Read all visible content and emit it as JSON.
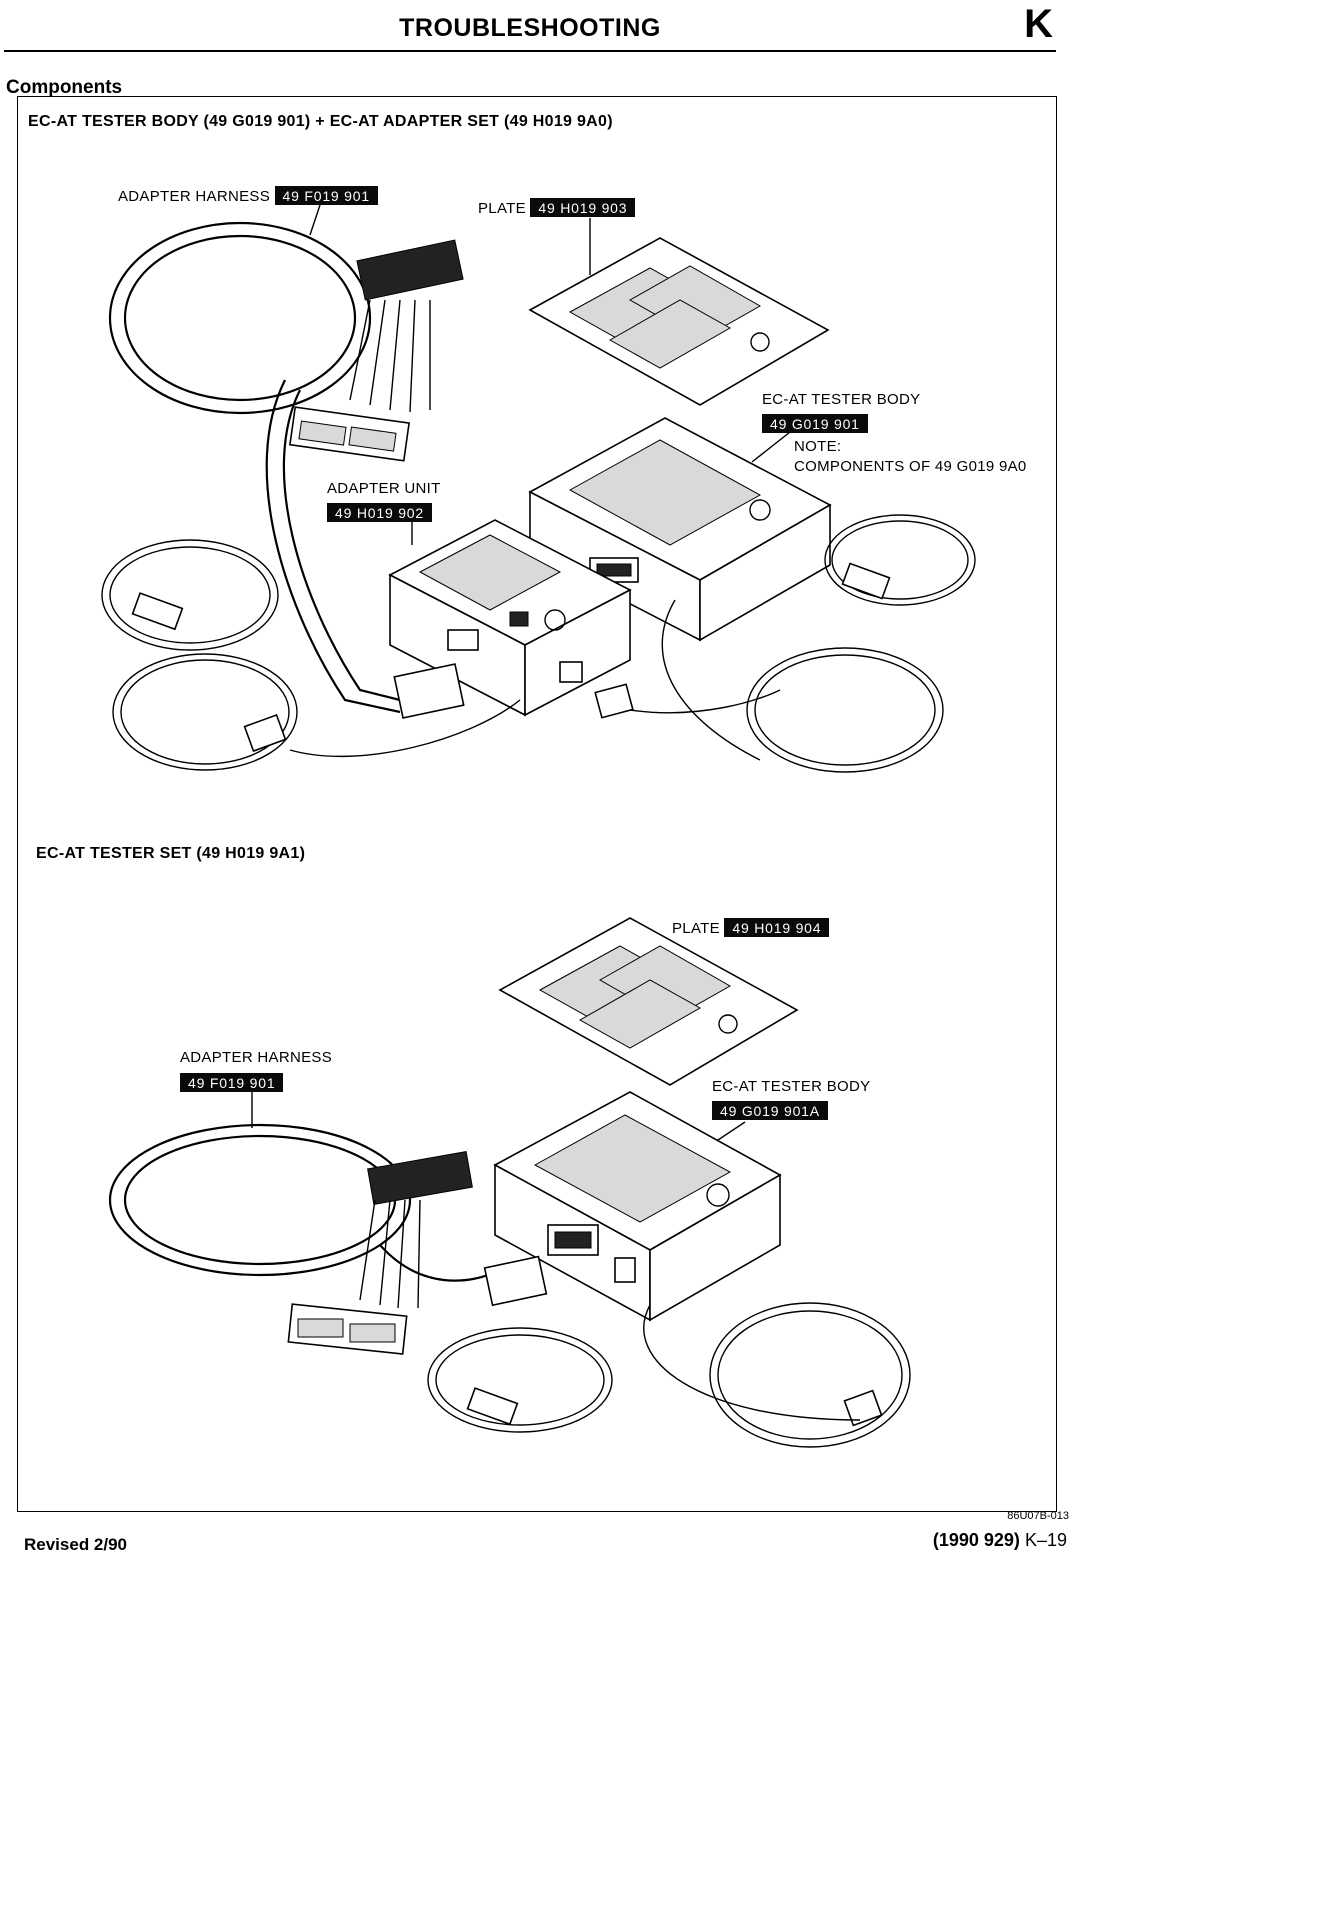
{
  "header": {
    "title": "TROUBLESHOOTING",
    "section_letter": "K"
  },
  "section_heading": "Components",
  "sets": [
    {
      "title": "EC-AT TESTER BODY (49 G019 901) + EC-AT ADAPTER SET (49 H019 9A0)",
      "labels": {
        "adapter_harness": {
          "text": "ADAPTER HARNESS",
          "part": "49 F019 901"
        },
        "plate": {
          "text": "PLATE",
          "part": "49 H019 903"
        },
        "tester_body": {
          "text": "EC-AT TESTER BODY",
          "part": "49 G019 901"
        },
        "note": {
          "line1": "NOTE:",
          "line2": "COMPONENTS OF 49 G019 9A0"
        },
        "adapter_unit": {
          "text": "ADAPTER UNIT",
          "part": "49 H019 902"
        }
      }
    },
    {
      "title": "EC-AT TESTER SET (49 H019 9A1)",
      "labels": {
        "plate": {
          "text": "PLATE",
          "part": "49 H019 904"
        },
        "adapter_harness": {
          "text": "ADAPTER HARNESS",
          "part": "49 F019 901"
        },
        "tester_body": {
          "text": "EC-AT TESTER BODY",
          "part": "49 G019 901A"
        }
      }
    }
  ],
  "footer": {
    "figure_ref": "86U07B-013",
    "revised": "Revised 2/90",
    "page_model": "(1990 929)",
    "page_number": "K–19"
  }
}
